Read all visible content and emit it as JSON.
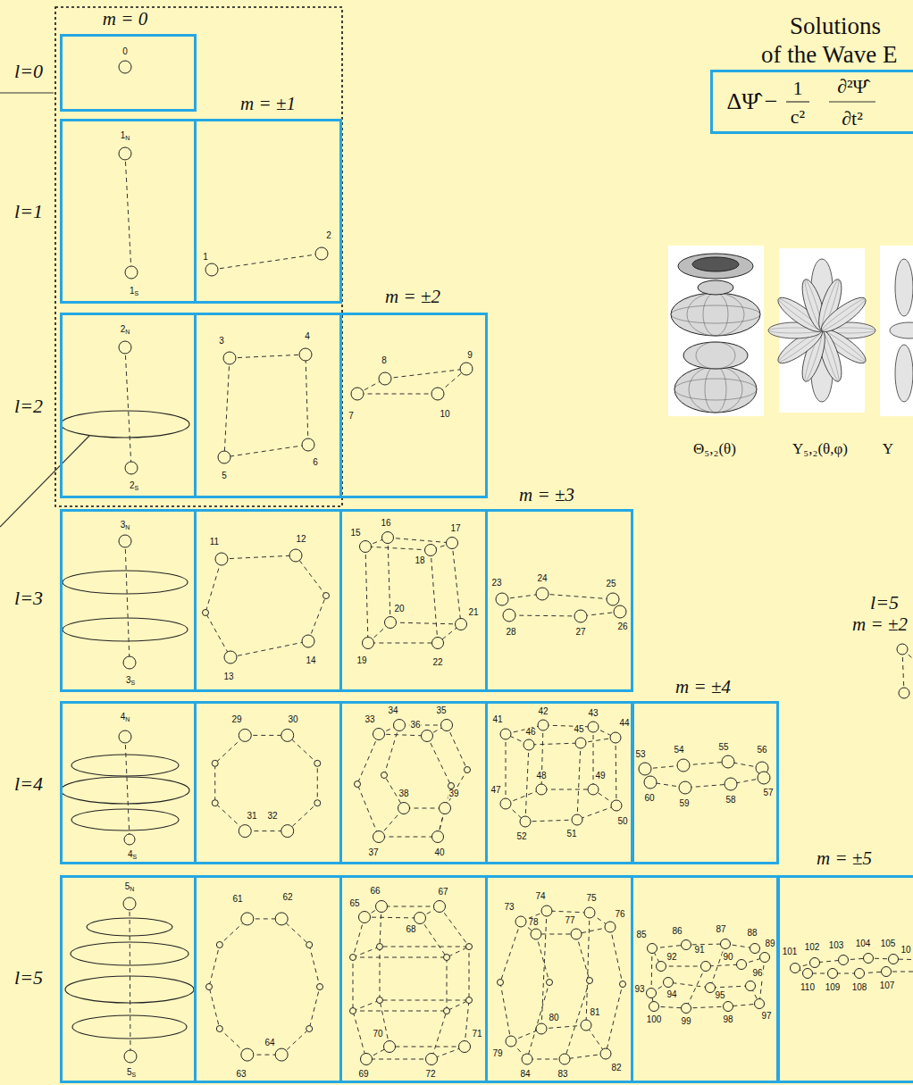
{
  "diagram": {
    "nodes": [
      {
        "text": [
          "m = 0",
          "0"
        ]
      },
      {
        "text": [
          "1N",
          "1S"
        ]
      },
      {
        "text": [
          "m = ±1",
          "1",
          "2"
        ]
      },
      {
        "text": [
          "2N",
          "2S"
        ]
      },
      {
        "text": [
          "3",
          "4",
          "5",
          "6"
        ]
      },
      {
        "text": [
          "m = ±2",
          "7",
          "8",
          "9",
          "10"
        ]
      },
      {
        "text": [
          "3N",
          "3S"
        ]
      },
      {
        "text": [
          "11",
          "12",
          "13",
          "14"
        ]
      },
      {
        "text": [
          "15",
          "16",
          "17",
          "18",
          "19",
          "20",
          "21",
          "22"
        ]
      },
      {
        "text": [
          "m = ±3",
          "23",
          "24",
          "25",
          "26",
          "27",
          "28"
        ]
      },
      {
        "text": [
          "4N",
          "4S"
        ]
      },
      {
        "text": [
          "29",
          "30",
          "31",
          "32"
        ]
      },
      {
        "text": [
          "33",
          "34",
          "35",
          "36",
          "37",
          "38",
          "39",
          "40"
        ]
      },
      {
        "text": [
          "41",
          "42",
          "43",
          "44",
          "45",
          "46",
          "47",
          "48",
          "49",
          "50",
          "51",
          "52"
        ]
      },
      {
        "text": [
          "m = ±4",
          "53",
          "54",
          "55",
          "56",
          "57",
          "58",
          "59",
          "60"
        ]
      },
      {
        "text": [
          "5N",
          "5S"
        ]
      },
      {
        "text": [
          "61",
          "62",
          "63",
          "64"
        ]
      },
      {
        "text": [
          "65",
          "66",
          "67",
          "68",
          "69",
          "70",
          "71",
          "72"
        ]
      },
      {
        "text": [
          "73",
          "74",
          "75",
          "76",
          "77",
          "78",
          "79",
          "80",
          "81",
          "82",
          "83",
          "84"
        ]
      },
      {
        "text": [
          "85",
          "86",
          "87",
          "88",
          "89",
          "90",
          "91",
          "92",
          "93",
          "94",
          "95",
          "96",
          "97",
          "98",
          "99",
          "100"
        ]
      },
      {
        "text": [
          "m = ±5",
          "101",
          "102",
          "103",
          "104",
          "105",
          "10",
          "107",
          "108",
          "109",
          "110"
        ]
      },
      {
        "text": [
          "ΔΨ̂ −",
          "1",
          "c²",
          "∂²Ψ̂",
          "∂t²"
        ]
      }
    ],
    "labels": [
      "Solutions",
      "of the Wave E",
      "l=0",
      "l=1",
      "l=2",
      "l=3",
      "l=4",
      "l=5",
      "Θ₅,₂(θ)",
      "Y₅,₂(θ,φ)",
      "Y",
      "l=5",
      "m = ±2"
    ]
  }
}
